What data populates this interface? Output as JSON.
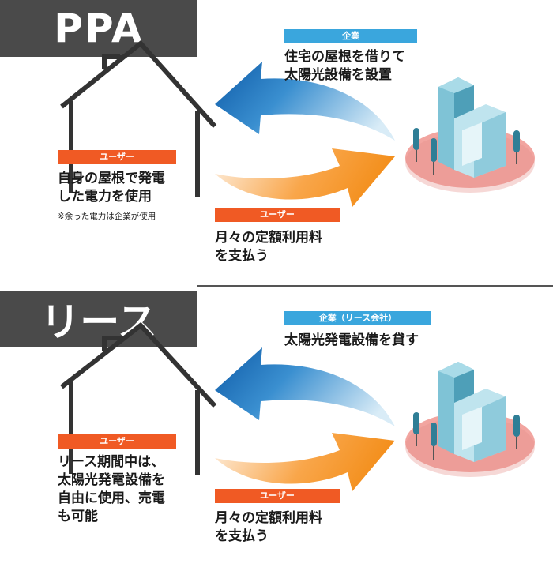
{
  "ppa": {
    "title": "PPA",
    "company_tag": "企業",
    "company_text": [
      "住宅の屋根を借りて",
      "太陽光設備を設置"
    ],
    "user_tag_left": "ユーザー",
    "user_text": [
      "自身の屋根で発電",
      "した電力を使用"
    ],
    "user_note": "※余った電力は企業が使用",
    "user_tag_bottom": "ユーザー",
    "payment_text": [
      "月々の定額利用料",
      "を支払う"
    ]
  },
  "lease": {
    "title": "リース",
    "company_tag": "企業（リース会社）",
    "company_text": [
      "太陽光発電設備を貸す"
    ],
    "user_tag_left": "ユーザー",
    "user_text": [
      "リース期間中は、",
      "太陽光発電設備を",
      "自由に使用、売電",
      "も可能"
    ],
    "user_tag_bottom": "ユーザー",
    "payment_text": [
      "月々の定額利用料",
      "を支払う"
    ]
  },
  "colors": {
    "blue_tag": "#3aa6dd",
    "orange_tag": "#f05a24",
    "title_bg": "#4a4a4a",
    "blue_arrow": "#1a6fb8",
    "orange_arrow": "#f7941d",
    "ground": "#f2a5a0"
  }
}
